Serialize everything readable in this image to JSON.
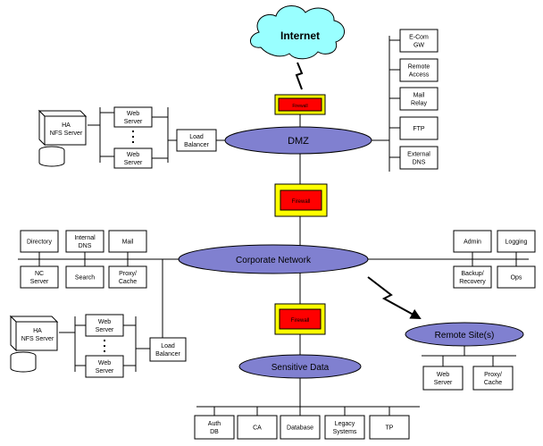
{
  "internet": "Internet",
  "firewalls": [
    "Firewall",
    "Firewall",
    "Firewall"
  ],
  "dmz": {
    "label": "DMZ",
    "services": [
      [
        "E-Com",
        "GW"
      ],
      [
        "Remote",
        "Access"
      ],
      [
        "Mail",
        "Relay"
      ],
      [
        "FTP"
      ],
      [
        "External",
        "DNS"
      ]
    ],
    "ha_nfs": [
      "HA",
      "NFS Server"
    ],
    "web_servers": [
      [
        "Web",
        "Server"
      ],
      [
        "Web",
        "Server"
      ]
    ],
    "load_balancer": [
      "Load",
      "Balancer"
    ]
  },
  "corporate": {
    "label": "Corporate Network",
    "top_left": [
      [
        "Directory"
      ],
      [
        "Internal",
        "DNS"
      ],
      [
        "Mail"
      ]
    ],
    "bottom_left": [
      [
        "NC",
        "Server"
      ],
      [
        "Search"
      ],
      [
        "Proxy/",
        "Cache"
      ]
    ],
    "top_right": [
      [
        "Admin"
      ],
      [
        "Logging"
      ]
    ],
    "bottom_right": [
      [
        "Backup/",
        "Recovery"
      ],
      [
        "Ops"
      ]
    ]
  },
  "sensitive": {
    "label": "Sensitive Data",
    "ha_nfs": [
      "HA",
      "NFS Server"
    ],
    "web_servers": [
      [
        "Web",
        "Server"
      ],
      [
        "Web",
        "Server"
      ]
    ],
    "load_balancer": [
      "Load",
      "Balancer"
    ],
    "services": [
      [
        "Auth",
        "DB"
      ],
      [
        "CA"
      ],
      [
        "Database"
      ],
      [
        "Legacy",
        "Systems"
      ],
      [
        "TP"
      ]
    ]
  },
  "remote": {
    "label": "Remote Site(s)",
    "boxes": [
      [
        "Web",
        "Server"
      ],
      [
        "Proxy/",
        "Cache"
      ]
    ]
  },
  "colors": {
    "cloud": "#99ffff",
    "ellipse": "#8080d0",
    "firewall_outer": "#ffff00",
    "firewall_inner": "#ff0000"
  }
}
